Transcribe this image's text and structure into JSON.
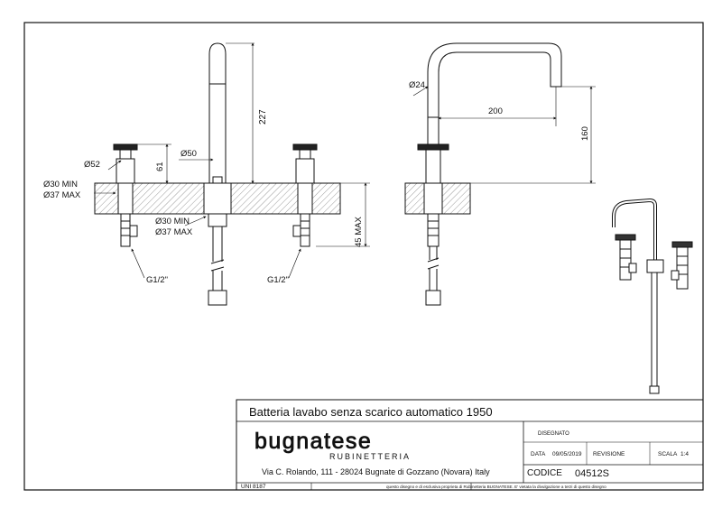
{
  "dimensions": {
    "height_227": "227",
    "dia_52": "Ø52",
    "dim_61": "61",
    "dia_50": "Ø50",
    "dia_30_min_left": "Ø30 MIN",
    "dia_37_max_left": "Ø37 MAX",
    "dia_30_min_center": "Ø30 MIN",
    "dia_37_max_center": "Ø37 MAX",
    "dim_45_max": "45 MAX",
    "g12_left": "G1/2\"",
    "g12_right": "G1/2\"",
    "dia_24": "Ø24",
    "reach_200": "200",
    "dim_160": "160"
  },
  "title_block": {
    "title": "Batteria lavabo senza scarico automatico 1950",
    "logo_main": "bugnatese",
    "logo_sub": "RUBINETTERIA",
    "address": "Via C. Rolando, 111 - 28024 Bugnate di Gozzano (Novara) Italy",
    "standard": "UNI 8187",
    "disegnato_label": "DISEGNATO",
    "data_label": "DATA",
    "data_value": "09/05/2019",
    "revisione_label": "REVISIONE",
    "scala_label": "SCALA",
    "scala_value": "1:4",
    "codice_label": "CODICE",
    "codice_value": "04512S",
    "footer_note": "questo disegno e di esclusiva proprieta di Rubinetteria BUGNATESE. E' vietata la divulgazione a terzi di questo disegno"
  }
}
